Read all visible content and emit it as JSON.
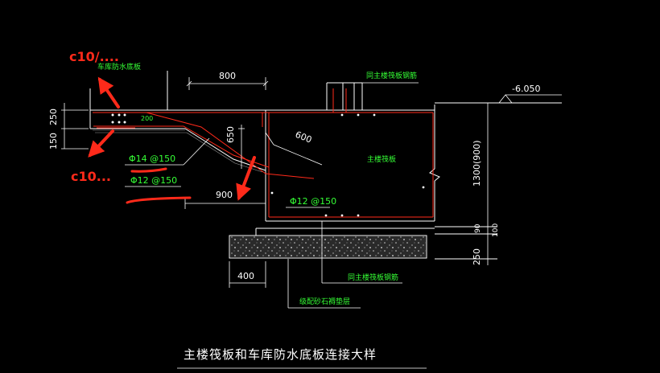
{
  "drawing": {
    "title": "主楼筏板和车库防水底板连接大样",
    "labels": {
      "garage_slab": "车库防水底板",
      "same_as_main_top": "同主楼筏板钢筋",
      "main_raft": "主楼筏板",
      "same_as_main_bottom": "同主楼筏板钢筋",
      "gravel_cushion": "级配砂石褥垫层",
      "small_200": "200"
    },
    "rebars": {
      "r1": "Φ14 @150",
      "r2": "Φ12 @150",
      "r3": "Φ12 @150"
    },
    "dimensions": {
      "d800": "800",
      "d250_left": "250",
      "d150_left": "150",
      "d650": "650",
      "d600": "600",
      "d900": "900",
      "d400": "400",
      "elevation": "-6.050",
      "d1300": "1300(900)",
      "d90": "90",
      "d100": "100",
      "d250_right": "250"
    },
    "annotations": {
      "top": "c10/....",
      "bottom": "c10..."
    },
    "colors": {
      "background": "#000000",
      "line": "#ffffff",
      "red": "#ff2a1a",
      "green": "#35ff35",
      "concrete": "#b0b0b0"
    }
  }
}
